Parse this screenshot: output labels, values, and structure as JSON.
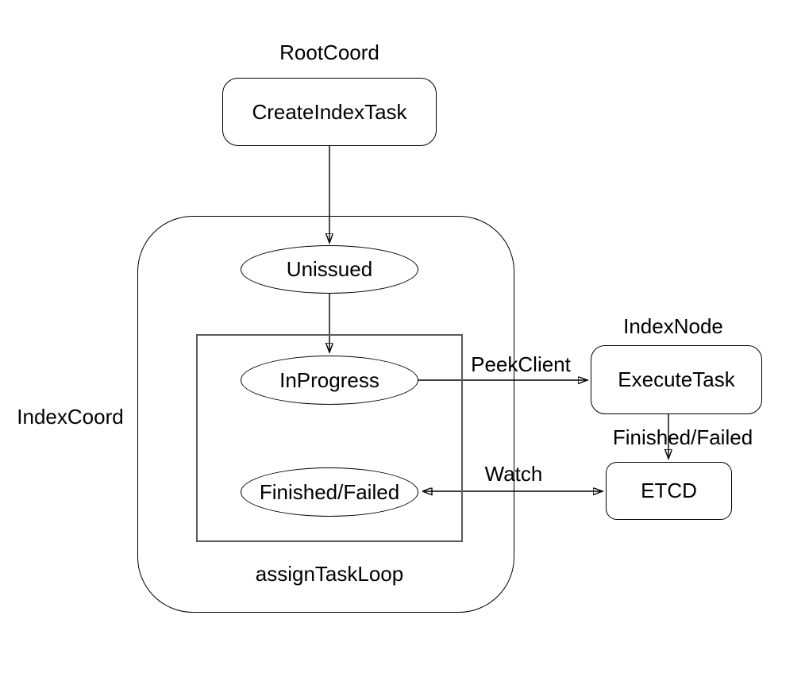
{
  "diagram": {
    "groups": {
      "root_coord": {
        "label": "RootCoord"
      },
      "index_coord": {
        "label": "IndexCoord"
      },
      "index_node": {
        "label": "IndexNode"
      },
      "assign_task_loop": {
        "label": "assignTaskLoop"
      }
    },
    "nodes": {
      "create_index_task": {
        "label": "CreateIndexTask",
        "shape": "rounded-rect"
      },
      "unissued": {
        "label": "Unissued",
        "shape": "ellipse"
      },
      "in_progress": {
        "label": "InProgress",
        "shape": "ellipse"
      },
      "finished_failed": {
        "label": "Finished/Failed",
        "shape": "ellipse"
      },
      "execute_task": {
        "label": "ExecuteTask",
        "shape": "rounded-rect"
      },
      "etcd": {
        "label": "ETCD",
        "shape": "rounded-rect"
      }
    },
    "edges": [
      {
        "from": "CreateIndexTask",
        "to": "Unissued",
        "label": "",
        "direction": "down"
      },
      {
        "from": "Unissued",
        "to": "InProgress",
        "label": "",
        "direction": "down"
      },
      {
        "from": "InProgress",
        "to": "ExecuteTask",
        "label": "PeekClient",
        "direction": "right"
      },
      {
        "from": "ExecuteTask",
        "to": "ETCD",
        "label": "Finished/Failed",
        "direction": "down"
      },
      {
        "from": "Finished/Failed",
        "to": "ETCD",
        "label": "Watch",
        "direction": "both"
      }
    ],
    "colors": {
      "background": "#ffffff",
      "line": "#000000",
      "inner_box_border": "#595959",
      "text": "#000000"
    }
  }
}
